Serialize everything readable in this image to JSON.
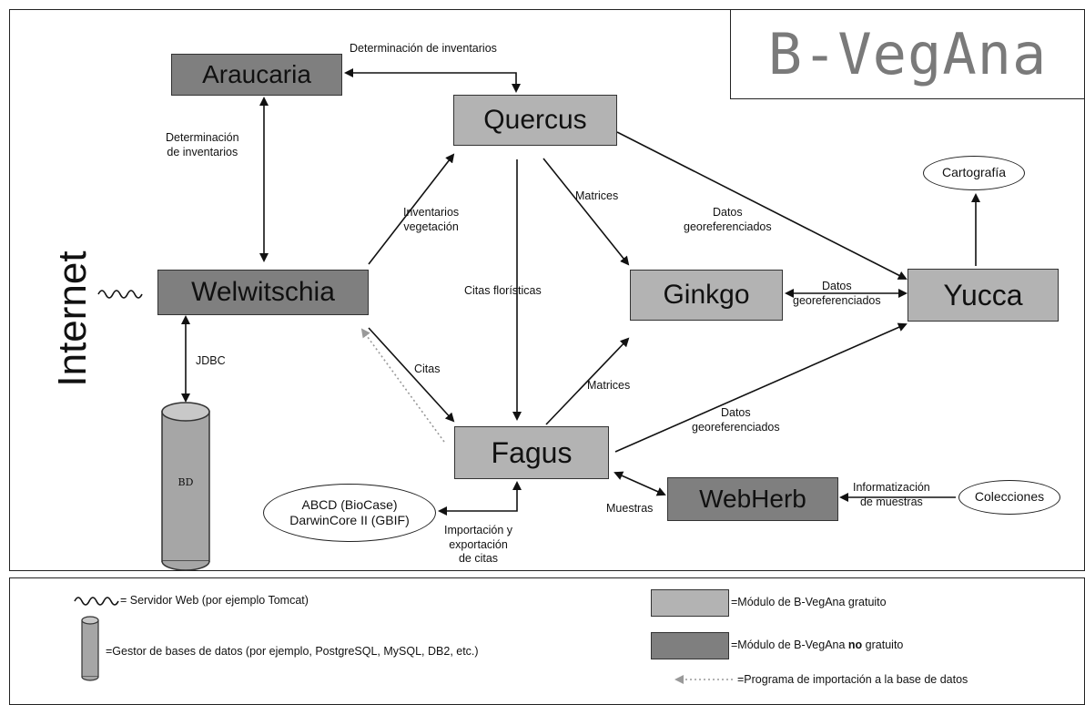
{
  "brand": {
    "title": "B-VegAna"
  },
  "side_label": "Internet",
  "modules": {
    "araucaria": "Araucaria",
    "quercus": "Quercus",
    "welwitschia": "Welwitschia",
    "ginkgo": "Ginkgo",
    "yucca": "Yucca",
    "fagus": "Fagus",
    "webherb": "WebHerb"
  },
  "ovals": {
    "cartografia": "Cartografía",
    "colecciones": "Colecciones",
    "abcd_line1": "ABCD (BioCase)",
    "abcd_line2": "DarwinCore II (GBIF)"
  },
  "database_label": "BD",
  "edge_labels": {
    "det_inv_top": "Determinación de inventarios",
    "det_inv_left_1": "Determinación",
    "det_inv_left_2": "de inventarios",
    "inv_veg_1": "Inventarios",
    "inv_veg_2": "vegetación",
    "matrices_top": "Matrices",
    "datos_geo_1_a": "Datos",
    "datos_geo_1_b": "georeferenciados",
    "citas_floristicas": "Citas florísticas",
    "datos_geo_2_a": "Datos",
    "datos_geo_2_b": "georeferenciados",
    "jdbc": "JDBC",
    "citas": "Citas",
    "matrices_bottom": "Matrices",
    "datos_geo_3_a": "Datos",
    "datos_geo_3_b": "georeferenciados",
    "muestras": "Muestras",
    "info_muestras_1": "Informatización",
    "info_muestras_2": "de muestras",
    "import_1": "Importación y",
    "import_2": "exportación",
    "import_3": "de citas"
  },
  "legend": {
    "web_server": "= Servidor Web (por ejemplo Tomcat)",
    "db_manager": "=Gestor de bases de datos (por ejemplo, PostgreSQL, MySQL, DB2, etc.)",
    "free_module": "=Módulo de B-VegAna gratuito",
    "paid_module_pre": "=Módulo de B-VegAna ",
    "paid_module_bold": "no",
    "paid_module_post": "  gratuito",
    "import_program": "=Programa de importación a la base de datos"
  },
  "colors": {
    "free_module": "#b3b3b3",
    "paid_module": "#7f7f7f",
    "line": "#111111"
  }
}
